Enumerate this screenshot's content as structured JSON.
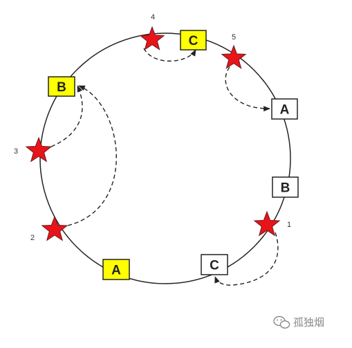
{
  "colors": {
    "highlight_fill": "#ffff00",
    "plain_fill": "#ffffff",
    "star_fill": "#e8141a",
    "stroke": "#222222",
    "watermark": "#8a8a8a"
  },
  "boxes": [
    {
      "id": "c-top",
      "label": "C",
      "highlighted": true
    },
    {
      "id": "b-left",
      "label": "B",
      "highlighted": true
    },
    {
      "id": "a-right",
      "label": "A",
      "highlighted": false
    },
    {
      "id": "b-right",
      "label": "B",
      "highlighted": false
    },
    {
      "id": "c-bottom",
      "label": "C",
      "highlighted": false
    },
    {
      "id": "a-bottom",
      "label": "A",
      "highlighted": true
    }
  ],
  "stars": [
    {
      "id": "star-1",
      "label": "1"
    },
    {
      "id": "star-2",
      "label": "2"
    },
    {
      "id": "star-3",
      "label": "3"
    },
    {
      "id": "star-4",
      "label": "4"
    },
    {
      "id": "star-5",
      "label": "5"
    }
  ],
  "arrows": [
    {
      "from": "star-1",
      "to": "c-bottom"
    },
    {
      "from": "star-2",
      "to": "b-left"
    },
    {
      "from": "star-3",
      "to": "b-left"
    },
    {
      "from": "star-4",
      "to": "c-top"
    },
    {
      "from": "star-5",
      "to": "a-right"
    }
  ],
  "watermark": {
    "icon": "wechat-icon",
    "text": "孤独烟"
  }
}
